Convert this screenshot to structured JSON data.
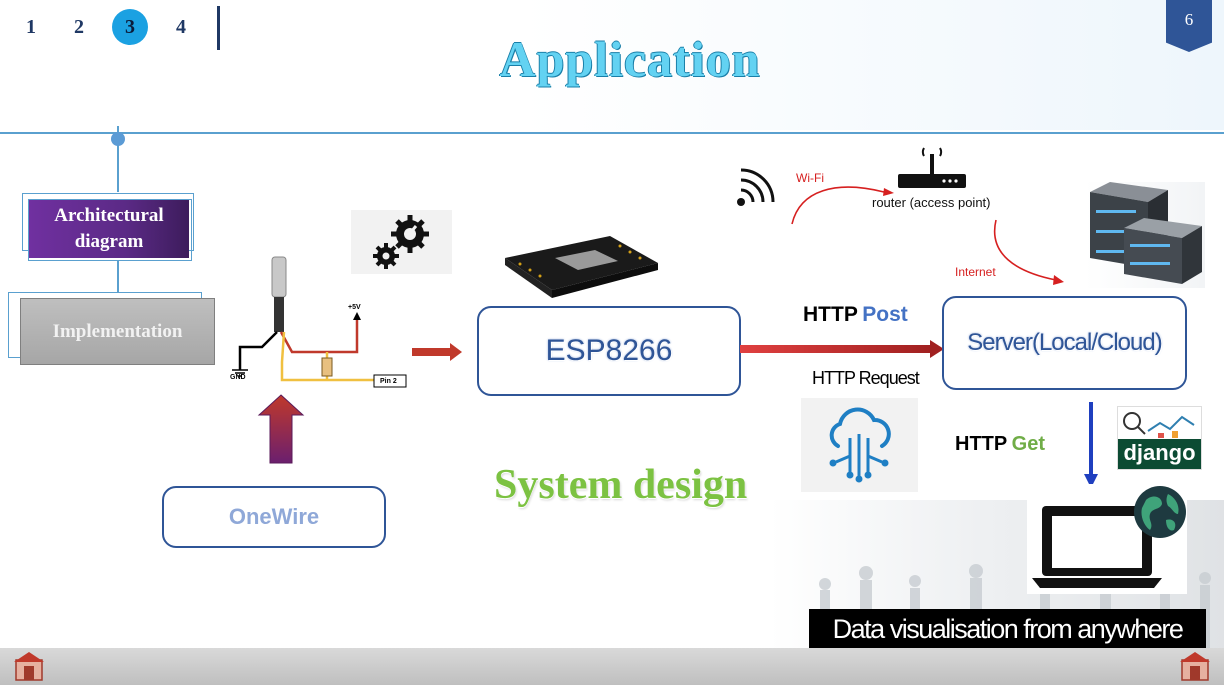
{
  "nav": {
    "items": [
      "1",
      "2",
      "3",
      "4"
    ],
    "active": "3"
  },
  "slide": {
    "title": "Application",
    "page_number": "6"
  },
  "outline": {
    "architectural": "Architectural diagram",
    "implementation": "Implementation"
  },
  "diagram": {
    "sensor": {
      "plus5v": "+5V",
      "gnd": "GND",
      "pin2": "Pin 2"
    },
    "onewire": "OneWire",
    "esp": "ESP8266",
    "wifi": "Wi-Fi",
    "router": "router (access point)",
    "internet": "Internet",
    "server": "Server(Local/Cloud)",
    "http_post_prefix": "HTTP",
    "http_post_suffix": "Post",
    "http_request": "HTTP Request",
    "http_get_prefix": "HTTP",
    "http_get_suffix": "Get",
    "django": "django",
    "system_design": "System design",
    "caption": "Data visualisation from anywhere"
  },
  "colors": {
    "navy": "#1f3864",
    "accent_blue": "#1ba1e2",
    "arrow_red": "#c0392b",
    "post_blue": "#4472c4",
    "get_green": "#70ad47",
    "system_design_green": "#7cc242",
    "architectural_purple": "#7030a0",
    "implementation_gray": "#a6a6a6"
  },
  "icons": [
    "gear-icon",
    "wifi-signal-icon",
    "router-icon",
    "server-rack-icon",
    "cloud-network-icon",
    "laptop-icon",
    "globe-icon",
    "esp8266-board-icon",
    "temperature-sensor-icon",
    "university-logo-icon"
  ]
}
